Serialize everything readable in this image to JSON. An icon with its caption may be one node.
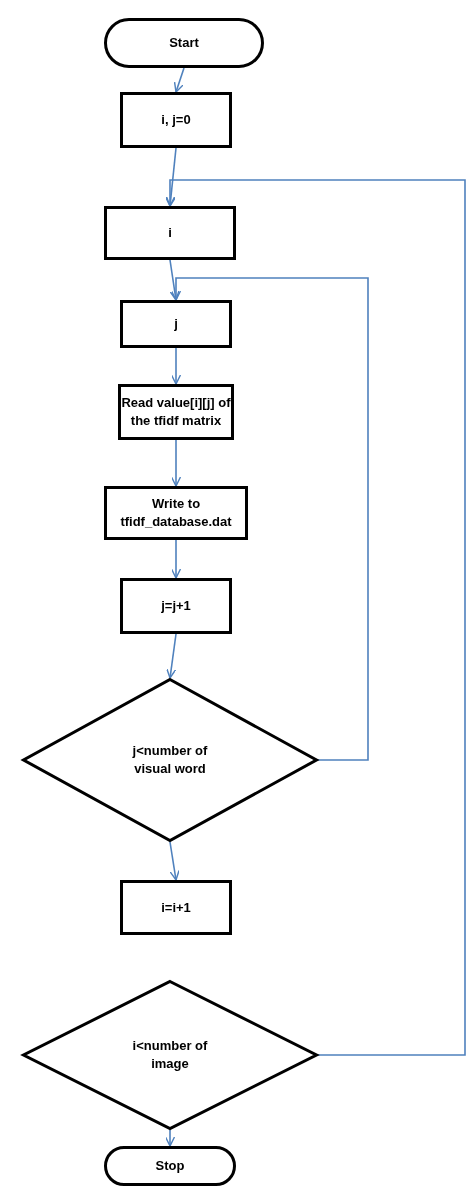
{
  "diagram": {
    "nodes": [
      {
        "text": [
          "Start"
        ]
      },
      {
        "text": [
          "i, j=0"
        ]
      },
      {
        "text": [
          "i"
        ]
      },
      {
        "text": [
          "j"
        ]
      },
      {
        "text": [
          "Read value[i][j] of the tfidf matrix"
        ]
      },
      {
        "text": [
          "Write to tfidf_database.dat"
        ]
      },
      {
        "text": [
          "j=j+1"
        ]
      },
      {
        "text": [
          "j<number of visual word"
        ]
      },
      {
        "text": [
          "i=i+1"
        ]
      },
      {
        "text": [
          "i<number of image"
        ]
      },
      {
        "text": [
          "Stop"
        ]
      }
    ],
    "edges": [
      {
        "from": 0,
        "to": 1,
        "arrow": "to"
      },
      {
        "from": 1,
        "to": 2,
        "arrow": "to"
      },
      {
        "from": 2,
        "to": 3,
        "arrow": "to"
      },
      {
        "from": 3,
        "to": 4,
        "arrow": "to"
      },
      {
        "from": 4,
        "to": 5,
        "arrow": "to"
      },
      {
        "from": 5,
        "to": 6,
        "arrow": "to"
      },
      {
        "from": 6,
        "to": 7,
        "arrow": "to"
      },
      {
        "from": 7,
        "to": 3,
        "arrow": "to"
      },
      {
        "from": 7,
        "to": 8,
        "arrow": "to"
      },
      {
        "from": 9,
        "to": 2,
        "arrow": "to"
      },
      {
        "from": 9,
        "to": 10,
        "arrow": "to"
      }
    ]
  }
}
